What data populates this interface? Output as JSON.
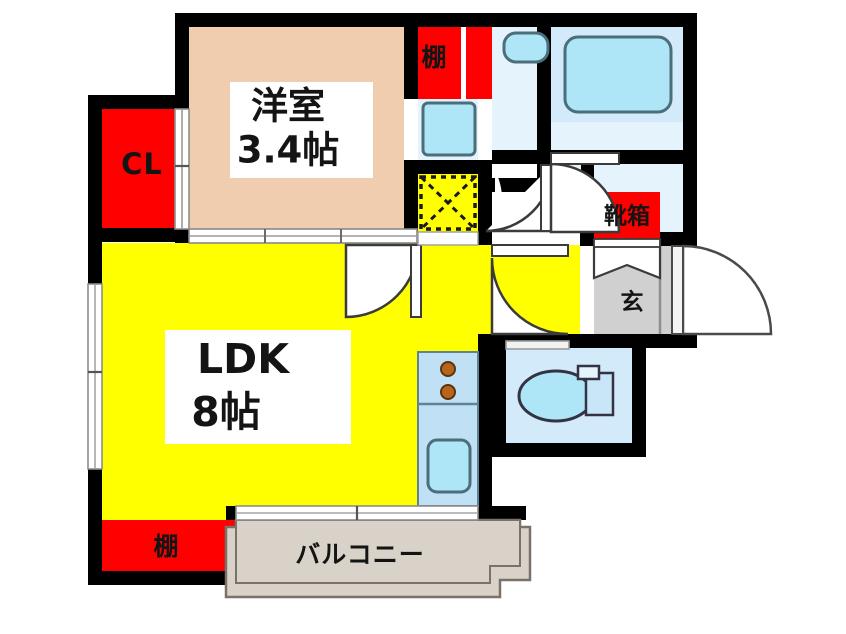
{
  "plan": {
    "type": "apartment-floor-plan",
    "layout_code": "1LDK",
    "units": "帖 (jo / tatami mats)",
    "background_color": "#ffffff",
    "colors": {
      "wall": "#000000",
      "ldk_floor": "#ffff00",
      "bedroom_floor": "#f0cdae",
      "storage_red": "#fe0000",
      "water_area": "#d3eafb",
      "fixture_blue": "#aee6f7",
      "genkan_gray": "#d0d0d0",
      "balcony_gray": "#d9d2c8",
      "door_white": "#ffffff",
      "label_text": "#141414",
      "burner_brown": "#b5651d"
    },
    "rooms": [
      {
        "id": "bedroom",
        "name": "洋室",
        "size": "3.4帖",
        "floor": "#f0cdae"
      },
      {
        "id": "ldk",
        "name": "LDK",
        "size": "8帖",
        "floor": "#ffff00"
      },
      {
        "id": "balcony",
        "name": "バルコニー",
        "size": "",
        "floor": "#d9d2c8"
      },
      {
        "id": "genkan",
        "name": "玄",
        "size": "",
        "floor": "#d0d0d0"
      }
    ],
    "storage": [
      {
        "id": "closet",
        "name": "CL",
        "note": "closet beside bedroom"
      },
      {
        "id": "shelf-bedroom",
        "name": "棚",
        "note": "shelf top of bedroom"
      },
      {
        "id": "shelf-ldk",
        "name": "棚",
        "note": "shelf bottom of LDK"
      },
      {
        "id": "shoe-box",
        "name": "靴箱",
        "note": "shoe cabinet at entry"
      }
    ],
    "fixtures": [
      {
        "id": "bathtub",
        "name": "bathtub"
      },
      {
        "id": "washbasin-upper",
        "name": "wash-basin"
      },
      {
        "id": "vanity-sink",
        "name": "vanity-sink"
      },
      {
        "id": "washer-slot",
        "name": "washing-machine-space"
      },
      {
        "id": "toilet",
        "name": "toilet"
      },
      {
        "id": "kitchen-stove",
        "name": "two-burner-stove"
      },
      {
        "id": "kitchen-sink",
        "name": "kitchen-sink"
      }
    ],
    "labels": {
      "bedroom_name": "洋室",
      "bedroom_size": "3.4帖",
      "ldk_name": "LDK",
      "ldk_size": "8帖",
      "closet": "CL",
      "shelf_top": "棚",
      "shelf_bottom": "棚",
      "shoe_box": "靴箱",
      "genkan": "玄",
      "balcony": "バルコニー"
    }
  }
}
